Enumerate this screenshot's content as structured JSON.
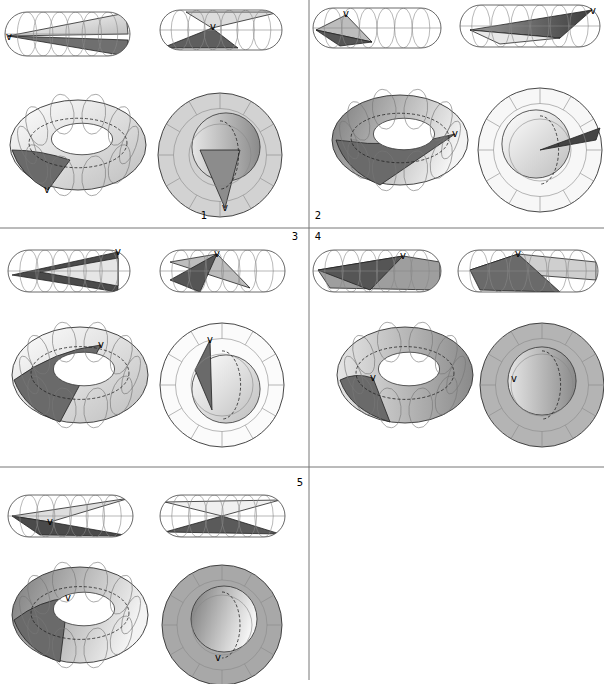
{
  "diagram": {
    "labels": [
      "v",
      "v",
      "v",
      "v",
      "1",
      "2",
      "v",
      "v",
      "v",
      "3",
      "4",
      "v",
      "v",
      "v",
      "v",
      "v",
      "v",
      "v",
      "v",
      "5",
      "v",
      "v",
      "v"
    ]
  }
}
